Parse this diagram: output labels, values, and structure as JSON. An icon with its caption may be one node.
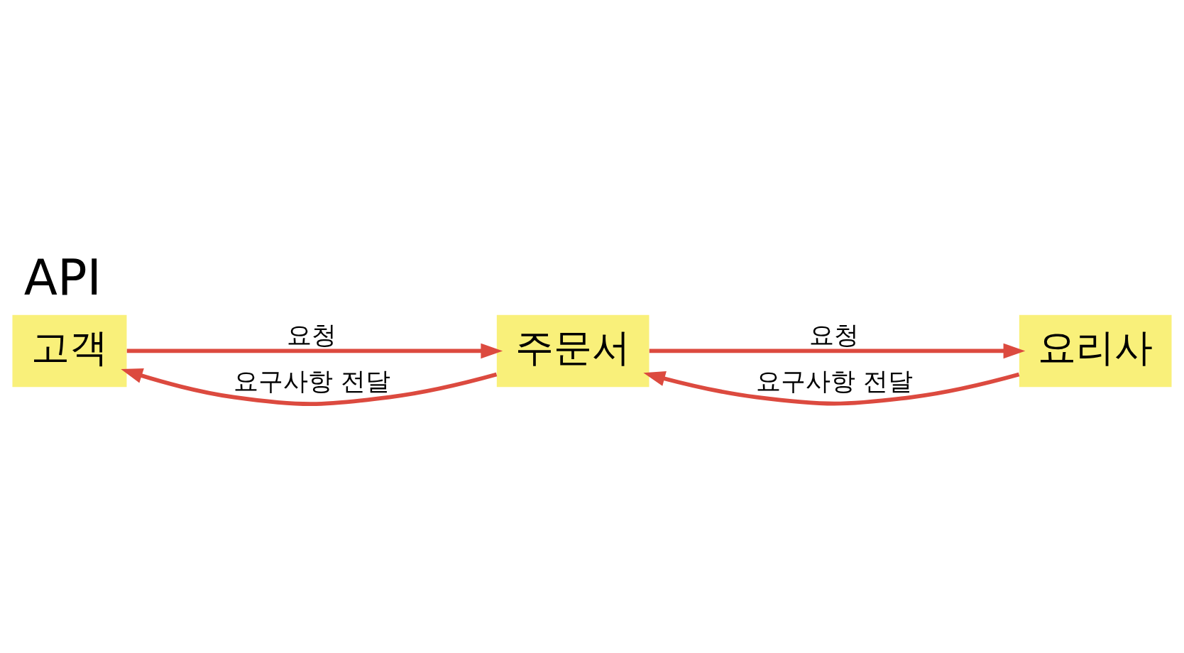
{
  "diagram": {
    "title": "API",
    "nodes": [
      {
        "text": [
          "고객"
        ]
      },
      {
        "text": [
          "주문서"
        ]
      },
      {
        "text": [
          "요리사"
        ]
      }
    ],
    "edges": [
      {
        "from": 0,
        "to": 1,
        "arrow": "to",
        "label": "요청",
        "color": "#dc4a3f"
      },
      {
        "from": 1,
        "to": 0,
        "arrow": "to",
        "label": "요구사항 전달",
        "color": "#dc4a3f"
      },
      {
        "from": 1,
        "to": 2,
        "arrow": "to",
        "label": "요청",
        "color": "#dc4a3f"
      },
      {
        "from": 2,
        "to": 1,
        "arrow": "to",
        "label": "요구사항 전달",
        "color": "#dc4a3f"
      }
    ]
  }
}
